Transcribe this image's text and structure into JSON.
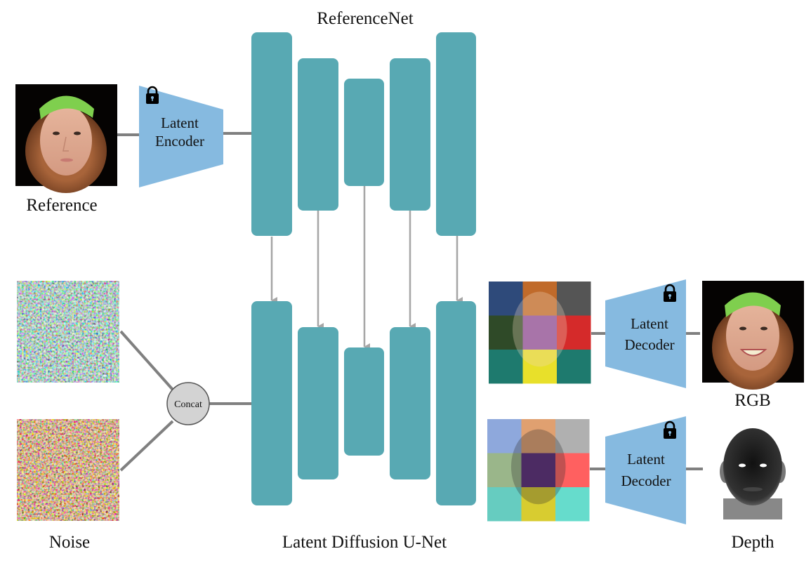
{
  "title": "ReferenceNet",
  "unet_label": "Latent Diffusion U-Net",
  "reference": {
    "label": "Reference",
    "image": "reference-face-photo"
  },
  "encoder": {
    "line1": "Latent",
    "line2": "Encoder",
    "locked": true,
    "icon": "lock-icon"
  },
  "noise": {
    "label": "Noise",
    "images": [
      "noise-latent-1",
      "noise-latent-2"
    ]
  },
  "concat": {
    "label": "Concat"
  },
  "outputs": [
    {
      "decoder_line1": "Latent",
      "decoder_line2": "Decoder",
      "locked": true,
      "label": "RGB",
      "latent_grid_colors": [
        "#2e4a7a",
        "#c06a2a",
        "#555555",
        "#2f4a28",
        "#8a4aa0",
        "#d52a2a",
        "#1e7a6e",
        "#e8e02a",
        "#1e7a6e"
      ]
    },
    {
      "decoder_line1": "Latent",
      "decoder_line2": "Decoder",
      "locked": true,
      "label": "Depth",
      "latent_grid_colors": [
        "#8ea8dc",
        "#e0a070",
        "#b0b0b0",
        "#9ab68a",
        "#5a2a7a",
        "#ff6060",
        "#66ccc0",
        "#d8cc30",
        "#66dccc"
      ]
    }
  ],
  "colors": {
    "block": "#58a9b3",
    "coder": "#86bae0",
    "connector": "#808080",
    "arrow": "#a6a6a6",
    "concat_fill": "#d3d3d3"
  }
}
